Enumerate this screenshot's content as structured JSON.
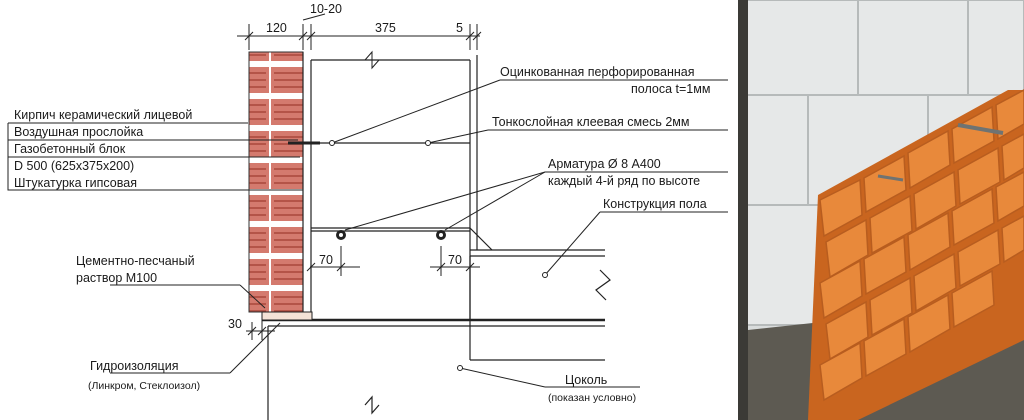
{
  "drawing": {
    "dimensions": {
      "brick_width": "120",
      "air_gap": "10-20",
      "block_width": "375",
      "plaster": "5",
      "offset_left": "70",
      "offset_right": "70",
      "mortar_offset": "30"
    },
    "labels": {
      "brick": "Кирпич керамический лицевой",
      "air_layer": "Воздушная прослойка",
      "block_line1": "Газобетонный блок",
      "block_line2": "D 500  (625x375x200)",
      "plaster": "Штукатурка гипсовая",
      "mortar_line1": "Цементно-песчаный",
      "mortar_line2": "раствор М100",
      "waterproof": "Гидроизоляция",
      "waterproof_note": "(Линкром, Стеклоизол)",
      "strip_line1": "Оцинкованная перфорированная",
      "strip_line2": "полоса t=1мм",
      "glue": "Тонкослойная клеевая смесь 2мм",
      "rebar_line1": "Арматура Ø 8 А400",
      "rebar_line2": "каждый 4-й ряд по высоте",
      "floor": "Конструкция пола",
      "plinth": "Цоколь",
      "plinth_note": "(показан условно)"
    }
  },
  "photo": {
    "colors": {
      "block": "#e6e8e8",
      "brick": "#e8893b",
      "brick_dark": "#b85d1f",
      "ground": "#5d5a52"
    }
  }
}
